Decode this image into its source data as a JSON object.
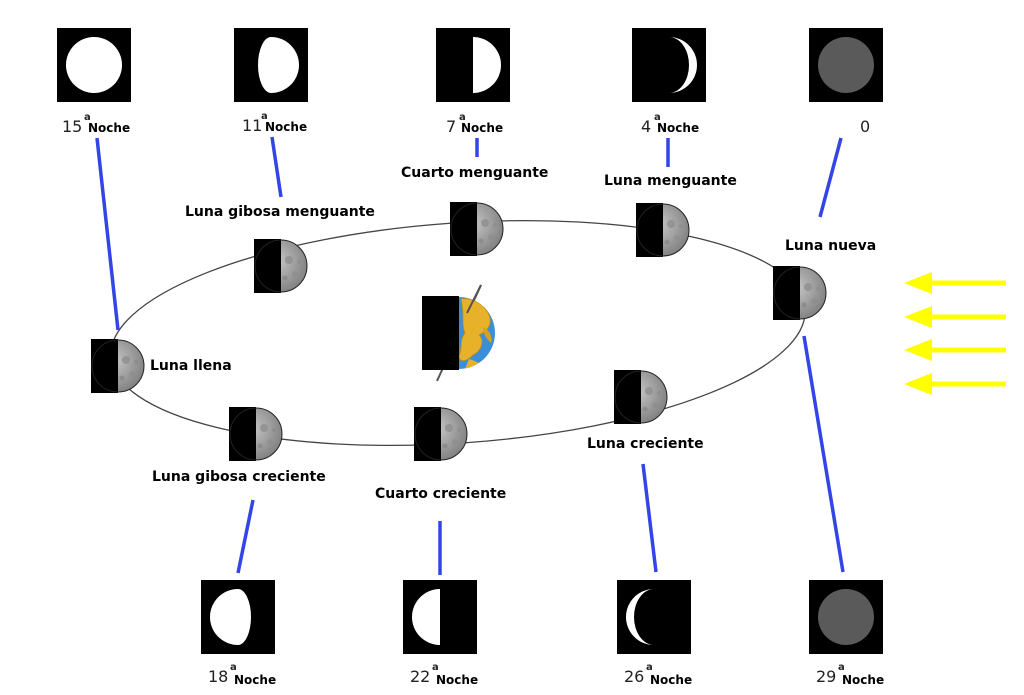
{
  "phase_labels": {
    "luna_nueva": "Luna nueva",
    "luna_menguante": "Luna menguante",
    "cuarto_menguante": "Cuarto menguante",
    "luna_gibosa_menguante": "Luna gibosa menguante",
    "luna_llena": "Luna llena",
    "luna_gibosa_creciente": "Luna gibosa creciente",
    "cuarto_creciente": "Cuarto creciente",
    "luna_creciente": "Luna creciente"
  },
  "top_nights": [
    {
      "number": "15",
      "sup": "a",
      "word": "Noche"
    },
    {
      "number": "11",
      "sup": "a",
      "word": "Noche"
    },
    {
      "number": "7",
      "sup": "a",
      "word": "Noche"
    },
    {
      "number": "4",
      "sup": "a",
      "word": "Noche"
    },
    {
      "number": "0",
      "sup": "",
      "word": ""
    }
  ],
  "bottom_nights": [
    {
      "number": "18",
      "sup": "a",
      "word": "Noche"
    },
    {
      "number": "22",
      "sup": "a",
      "word": "Noche"
    },
    {
      "number": "26",
      "sup": "a",
      "word": "Noche"
    },
    {
      "number": "29",
      "sup": "a",
      "word": "Noche"
    }
  ],
  "colors": {
    "connector_line": "#3345e6",
    "sun_arrow": "#ffff00",
    "moon_lit": "#9a9a9a",
    "moon_dark": "#000000",
    "new_moon_gray": "#5a5a5a",
    "earth_ocean": "#3b8fd9",
    "earth_land": "#e8b12a"
  }
}
